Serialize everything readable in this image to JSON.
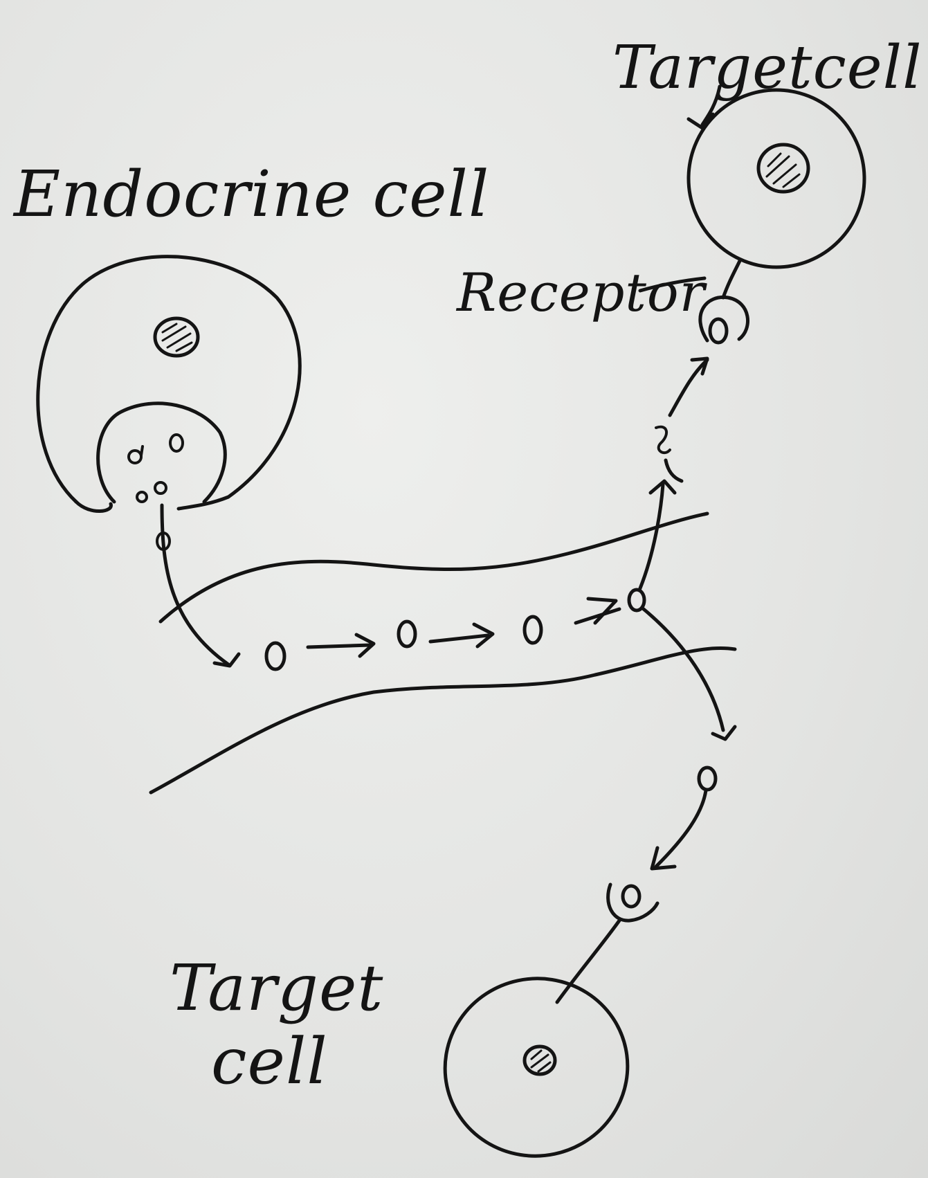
{
  "labels": {
    "endocrine_cell": "Endocrine cell",
    "target_cell_top": "Targetcell",
    "receptor": "Receptor",
    "target_cell_bottom_line1": "Target",
    "target_cell_bottom_line2": "cell"
  },
  "colors": {
    "ink": "#141414",
    "paper": "#e6e7e5"
  }
}
